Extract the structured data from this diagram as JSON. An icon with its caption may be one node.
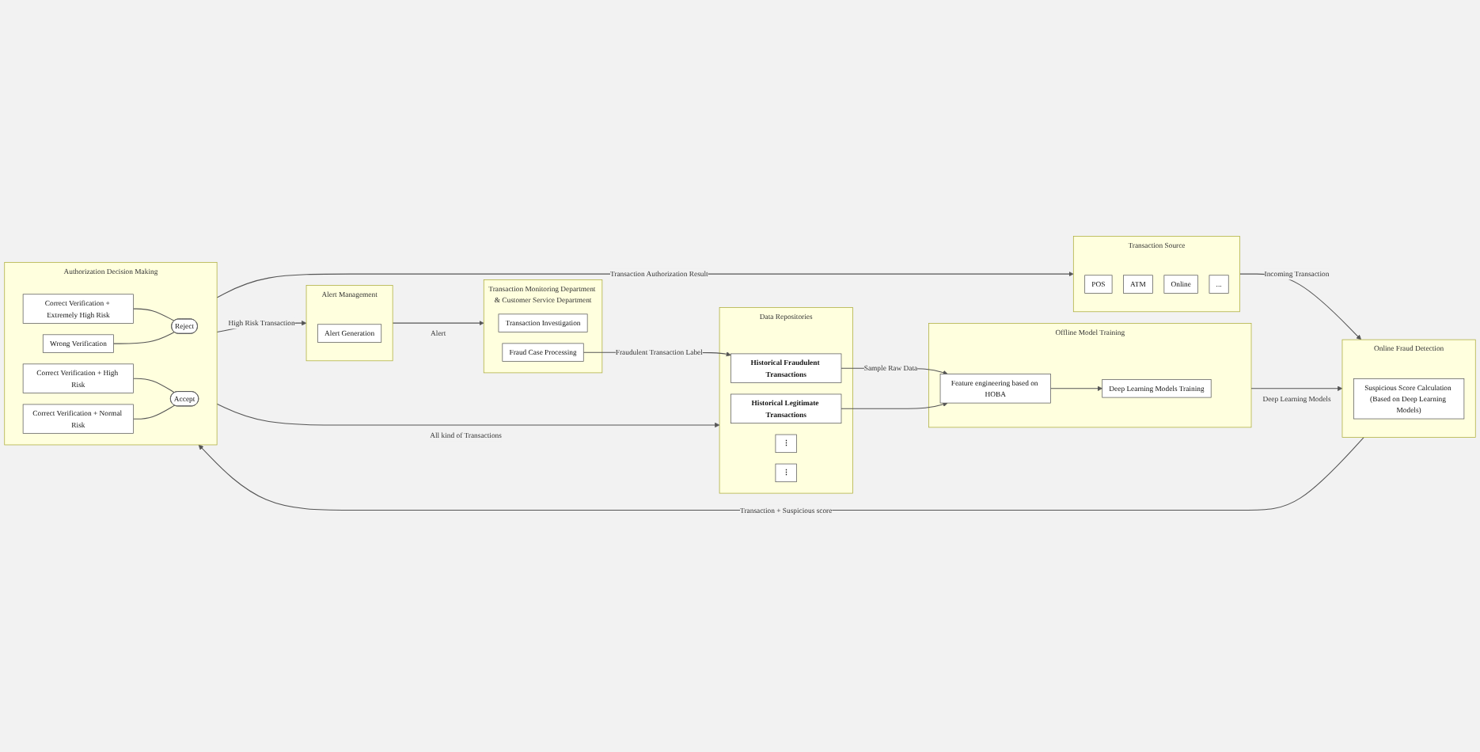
{
  "diagram": {
    "nodes": [
      {
        "text": [
          "Transaction Source"
        ]
      },
      {
        "text": [
          "POS"
        ],
        "in": 0
      },
      {
        "text": [
          "ATM"
        ],
        "in": 0
      },
      {
        "text": [
          "Online"
        ],
        "in": 0
      },
      {
        "text": [
          "..."
        ],
        "in": 0
      },
      {
        "text": [
          "Online Fraud Detection"
        ]
      },
      {
        "text": [
          "Suspicious Score Calculation (Based on Deep Learning Models)"
        ],
        "in": 5
      },
      {
        "text": [
          "Authorization Decision Making"
        ]
      },
      {
        "text": [
          "Correct Verification + Extremely High Risk"
        ],
        "in": 7
      },
      {
        "text": [
          "Wrong Verification"
        ],
        "in": 7
      },
      {
        "text": [
          "Reject"
        ],
        "in": 7
      },
      {
        "text": [
          "Correct Verification + High Risk"
        ],
        "in": 7
      },
      {
        "text": [
          "Correct Verification + Normal Risk"
        ],
        "in": 7
      },
      {
        "text": [
          "Accept"
        ],
        "in": 7
      },
      {
        "text": [
          "Alert Management"
        ]
      },
      {
        "text": [
          "Alert Generation"
        ],
        "in": 14
      },
      {
        "text": [
          "Offline Model Training"
        ]
      },
      {
        "text": [
          "Deep Learning Models Training"
        ],
        "in": 16
      },
      {
        "text": [
          "Feature engineering based on HOBA"
        ],
        "in": 16
      },
      {
        "text": [
          "Data Repositories"
        ]
      },
      {
        "text": [
          "Historical Fraudulent Transactions"
        ],
        "in": 19
      },
      {
        "text": [
          "Historical Legitimate Transactions"
        ],
        "in": 19
      },
      {
        "text": [
          "⋮"
        ],
        "in": 19
      },
      {
        "text": [
          "⋮"
        ],
        "in": 19
      },
      {
        "text": [
          "Transaction Monitoring Department & Customer Service Department"
        ]
      },
      {
        "text": [
          "Transaction Investigation"
        ],
        "in": 24
      },
      {
        "text": [
          "Fraud Case Processing"
        ],
        "in": 24
      }
    ],
    "edges": [
      {
        "from": 0,
        "to": 5,
        "arrow": "to",
        "label": "Incoming Transaction"
      },
      {
        "from": 5,
        "to": 7,
        "arrow": "to",
        "label": "Transaction + Suspicious score"
      },
      {
        "from": 7,
        "to": 0,
        "arrow": "to",
        "label": "Transaction Authorization Result"
      },
      {
        "from": 8,
        "to": 10,
        "arrow": "none"
      },
      {
        "from": 9,
        "to": 10,
        "arrow": "none"
      },
      {
        "from": 11,
        "to": 13,
        "arrow": "none"
      },
      {
        "from": 12,
        "to": 13,
        "arrow": "none"
      },
      {
        "from": 7,
        "to": 14,
        "arrow": "to",
        "label": "High Risk Transaction"
      },
      {
        "from": 16,
        "to": 5,
        "arrow": "to",
        "label": "Deep Learning Models"
      },
      {
        "from": 14,
        "to": 24,
        "arrow": "to",
        "label": "Alert"
      },
      {
        "from": 7,
        "to": 19,
        "arrow": "to",
        "label": "All kind of Transactions"
      },
      {
        "from": 26,
        "to": 20,
        "arrow": "to",
        "label": "Fraudulent Transaction Label"
      },
      {
        "from": 20,
        "to": 18,
        "arrow": "to",
        "label": "Sample Raw Data"
      },
      {
        "from": 21,
        "to": 18,
        "arrow": "to"
      },
      {
        "from": 18,
        "to": 17,
        "arrow": "to"
      }
    ]
  }
}
